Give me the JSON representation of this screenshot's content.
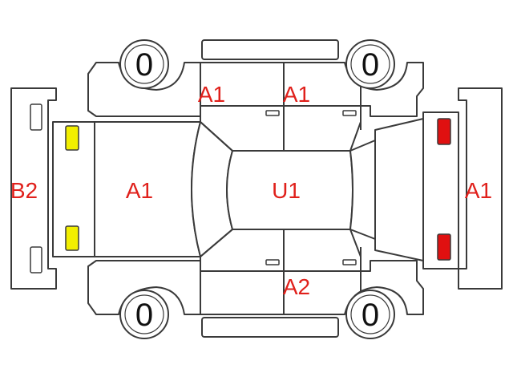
{
  "colors": {
    "line": "#3a3a3a",
    "code_text": "#e0201b",
    "wheel_text": "#111111",
    "front_lamp": "#f2ef00",
    "rear_lamp": "#e01010"
  },
  "wheels": {
    "front_left": "0",
    "rear_left": "0",
    "front_right": "0",
    "rear_right": "0"
  },
  "codes": {
    "front_bumper": "B2",
    "hood": "A1",
    "front_door_left": "A1",
    "rear_door_left": "A1",
    "roof": "U1",
    "rear_door_right": "A2",
    "rear_bumper": "A1"
  },
  "lamps": {
    "front": "yellow",
    "rear": "red"
  }
}
